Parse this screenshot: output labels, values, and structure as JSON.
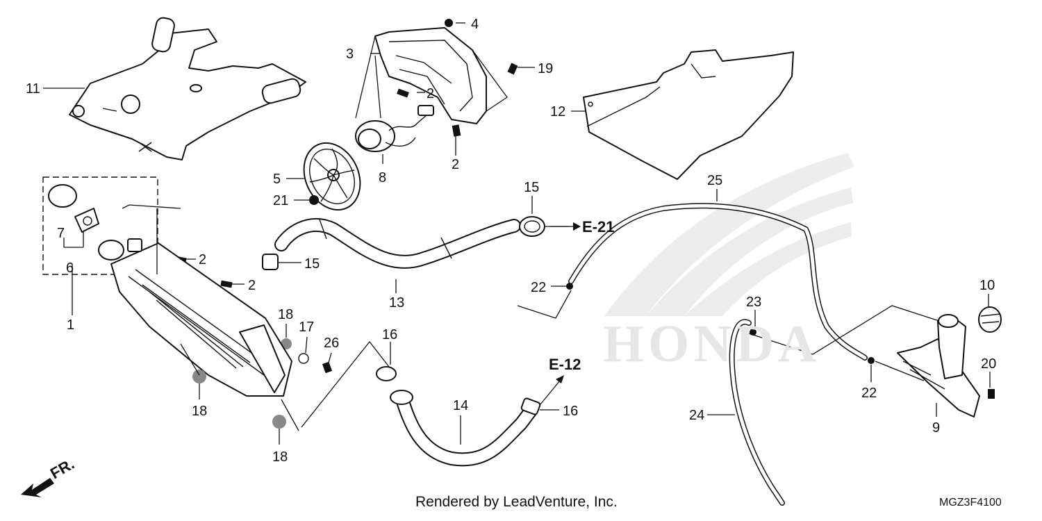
{
  "diagram": {
    "callouts": [
      {
        "id": "c1",
        "label": "1"
      },
      {
        "id": "c2a",
        "label": "2"
      },
      {
        "id": "c2b",
        "label": "2"
      },
      {
        "id": "c2c",
        "label": "2"
      },
      {
        "id": "c2d",
        "label": "2"
      },
      {
        "id": "c3",
        "label": "3"
      },
      {
        "id": "c4",
        "label": "4"
      },
      {
        "id": "c5",
        "label": "5"
      },
      {
        "id": "c6",
        "label": "6"
      },
      {
        "id": "c7",
        "label": "7"
      },
      {
        "id": "c8",
        "label": "8"
      },
      {
        "id": "c9",
        "label": "9"
      },
      {
        "id": "c10",
        "label": "10"
      },
      {
        "id": "c11",
        "label": "11"
      },
      {
        "id": "c12",
        "label": "12"
      },
      {
        "id": "c13",
        "label": "13"
      },
      {
        "id": "c14",
        "label": "14"
      },
      {
        "id": "c15a",
        "label": "15"
      },
      {
        "id": "c15b",
        "label": "15"
      },
      {
        "id": "c16a",
        "label": "16"
      },
      {
        "id": "c16b",
        "label": "16"
      },
      {
        "id": "c17",
        "label": "17"
      },
      {
        "id": "c18a",
        "label": "18"
      },
      {
        "id": "c18b",
        "label": "18"
      },
      {
        "id": "c18c",
        "label": "18"
      },
      {
        "id": "c19",
        "label": "19"
      },
      {
        "id": "c20",
        "label": "20"
      },
      {
        "id": "c21",
        "label": "21"
      },
      {
        "id": "c22a",
        "label": "22"
      },
      {
        "id": "c22b",
        "label": "22"
      },
      {
        "id": "c23",
        "label": "23"
      },
      {
        "id": "c24",
        "label": "24"
      },
      {
        "id": "c25",
        "label": "25"
      },
      {
        "id": "c26",
        "label": "26"
      }
    ],
    "references": {
      "e21": "E-21",
      "e12": "E-12"
    },
    "orientation": "FR.",
    "watermark": "HONDA",
    "credit": "Rendered by LeadVenture, Inc.",
    "diagram_code": "MGZ3F4100"
  }
}
